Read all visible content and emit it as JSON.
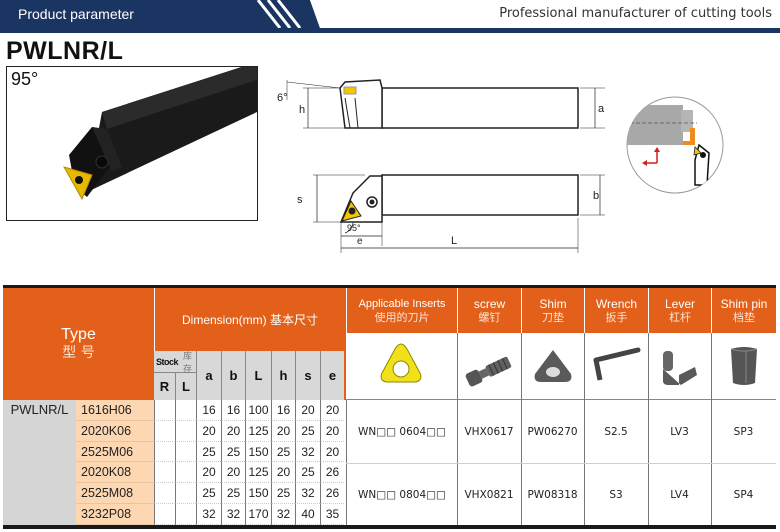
{
  "header": {
    "title": "Product parameter",
    "tagline": "Professional manufacturer of cutting tools",
    "banner_color": "#1b3563"
  },
  "product": {
    "model": "PWLNR/L",
    "approach_angle": "95°"
  },
  "drawing": {
    "side_view_labels": {
      "angle": "6°",
      "h": "h",
      "a": "a"
    },
    "top_view_labels": {
      "s": "s",
      "b": "b",
      "angle": "95°",
      "e": "e",
      "L": "L"
    }
  },
  "table": {
    "accent_color": "#e2601a",
    "type_header": {
      "en": "Type",
      "cn": "型 号"
    },
    "dimension_header": "Dimension(mm) 基本尺寸",
    "stock_header": {
      "en": "Stock",
      "cn": "库存",
      "right": "R",
      "left": "L"
    },
    "dimension_columns": [
      "a",
      "b",
      "L",
      "h",
      "s",
      "e"
    ],
    "accessory_headers": [
      {
        "en": "Applicable Inserts",
        "cn": "使用的刀片",
        "icon": "insert-icon"
      },
      {
        "en": "screw",
        "cn": "螺钉",
        "icon": "screw-icon"
      },
      {
        "en": "Shim",
        "cn": "刀垫",
        "icon": "shim-icon"
      },
      {
        "en": "Wrench",
        "cn": "扳手",
        "icon": "wrench-icon"
      },
      {
        "en": "Lever",
        "cn": "杠杆",
        "icon": "lever-icon"
      },
      {
        "en": "Shim pin",
        "cn": "档垫",
        "icon": "shim-pin-icon"
      }
    ],
    "series": "PWLNR/L",
    "rows": [
      {
        "code": "1616H06",
        "stock_r": "",
        "stock_l": "",
        "a": "16",
        "b": "16",
        "L": "100",
        "h": "16",
        "s": "20",
        "e": "20"
      },
      {
        "code": "2020K06",
        "stock_r": "",
        "stock_l": "",
        "a": "20",
        "b": "20",
        "L": "125",
        "h": "20",
        "s": "25",
        "e": "20"
      },
      {
        "code": "2525M06",
        "stock_r": "",
        "stock_l": "",
        "a": "25",
        "b": "25",
        "L": "150",
        "h": "25",
        "s": "32",
        "e": "20"
      },
      {
        "code": "2020K08",
        "stock_r": "",
        "stock_l": "",
        "a": "20",
        "b": "20",
        "L": "125",
        "h": "20",
        "s": "25",
        "e": "26"
      },
      {
        "code": "2525M08",
        "stock_r": "",
        "stock_l": "",
        "a": "25",
        "b": "25",
        "L": "150",
        "h": "25",
        "s": "32",
        "e": "26"
      },
      {
        "code": "3232P08",
        "stock_r": "",
        "stock_l": "",
        "a": "32",
        "b": "32",
        "L": "170",
        "h": "32",
        "s": "40",
        "e": "35"
      }
    ],
    "accessory_groups": [
      {
        "insert": "WN□□ 0604□□",
        "screw": "VHX0617",
        "shim": "PW06270",
        "wrench": "S2.5",
        "lever": "LV3",
        "shim_pin": "SP3"
      },
      {
        "insert": "WN□□ 0804□□",
        "screw": "VHX0821",
        "shim": "PW08318",
        "wrench": "S3",
        "lever": "LV4",
        "shim_pin": "SP4"
      }
    ]
  }
}
